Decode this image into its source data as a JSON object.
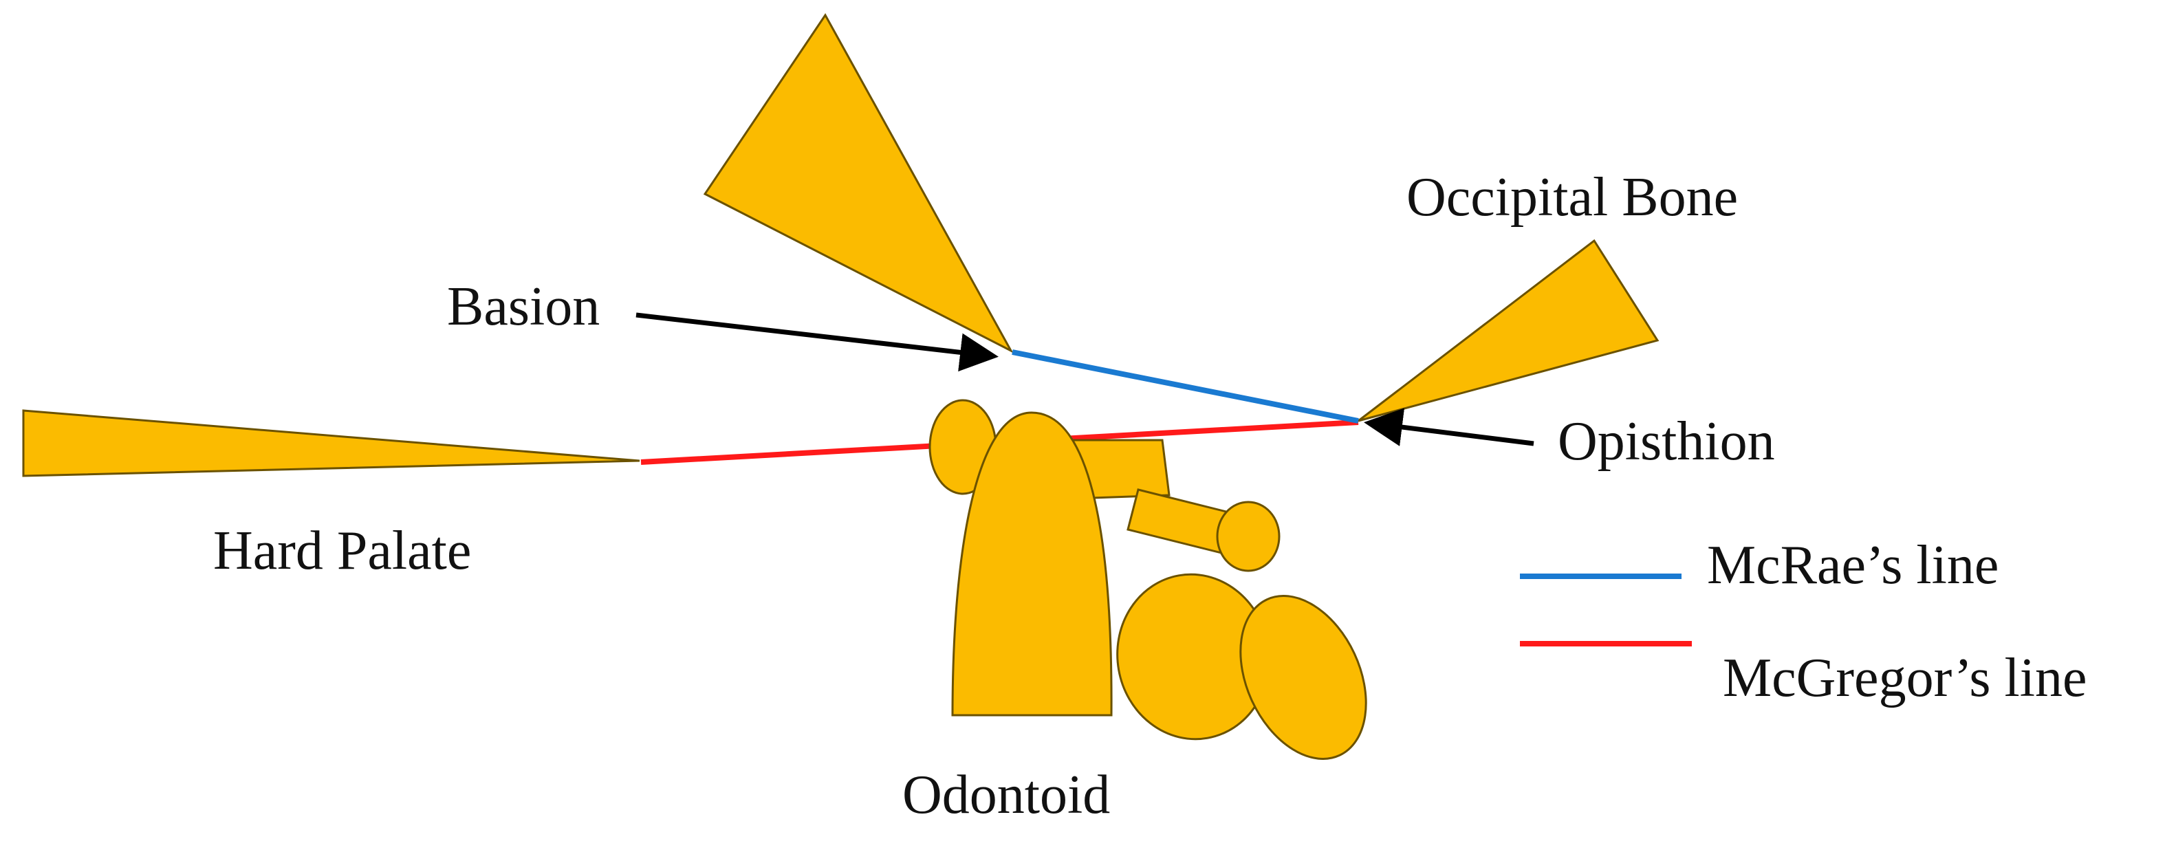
{
  "labels": {
    "occipital_bone": "Occipital Bone",
    "basion": "Basion",
    "opisthion": "Opisthion",
    "hard_palate": "Hard Palate",
    "odontoid": "Odontoid"
  },
  "legend": [
    {
      "label": "McRae’s line",
      "color": "#1a7ad1"
    },
    {
      "label": "McGregor’s line",
      "color": "#ff1a1a"
    }
  ],
  "colors": {
    "bone_fill": "#fbbb00",
    "arrow": "#000000",
    "mcrae_line": "#1a7ad1",
    "mcgregor_line": "#ff1a1a"
  }
}
